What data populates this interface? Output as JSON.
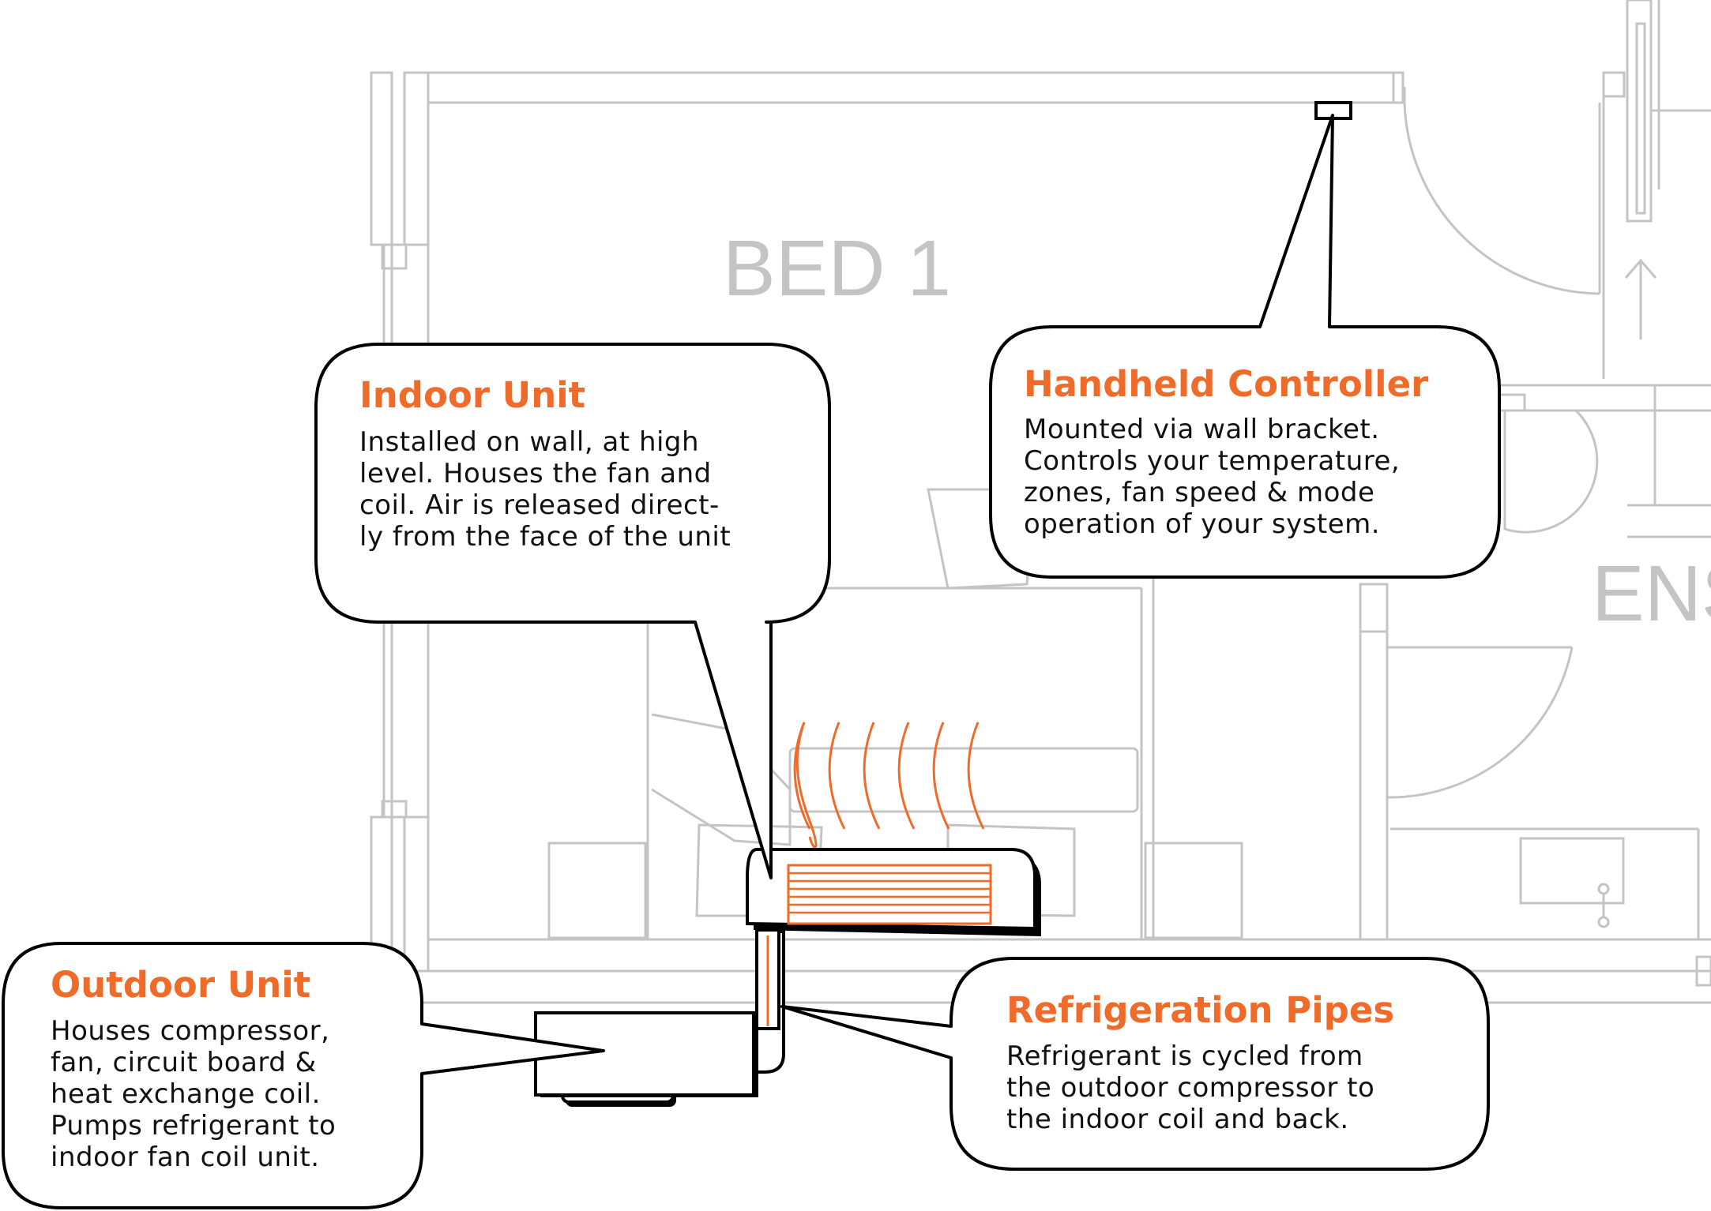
{
  "rooms": {
    "bed1": "BED 1",
    "ensuite": "ENS"
  },
  "callouts": {
    "indoor": {
      "title": "Indoor Unit",
      "lines": [
        "Installed on wall, at high",
        "level. Houses the fan and",
        "coil. Air is released direct-",
        "ly from the face of the unit"
      ]
    },
    "controller": {
      "title": "Handheld Controller",
      "lines": [
        "Mounted via wall bracket.",
        "Controls your temperature,",
        "zones, fan speed & mode",
        "operation of your system."
      ]
    },
    "outdoor": {
      "title": "Outdoor Unit",
      "lines": [
        "Houses compressor,",
        "fan, circuit board &",
        "heat exchange coil.",
        "Pumps refrigerant to",
        "indoor fan coil unit."
      ]
    },
    "pipes": {
      "title": "Refrigeration Pipes",
      "lines": [
        "Refrigerant is cycled from",
        "the outdoor compressor to",
        "the indoor coil and back."
      ]
    }
  },
  "colors": {
    "accent": "#ef6b2a",
    "plan_lines": "#c4c4c4",
    "outline": "#000000"
  }
}
